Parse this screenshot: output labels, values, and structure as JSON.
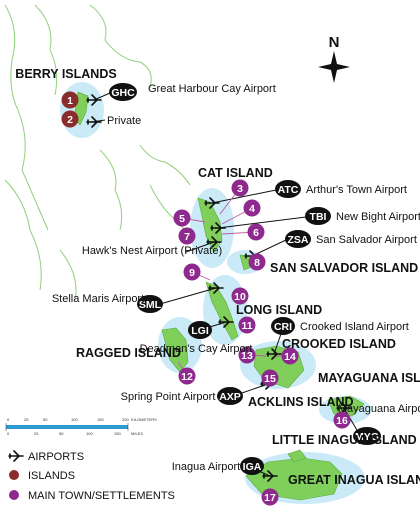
{
  "compass": {
    "label": "N"
  },
  "regions": {
    "berry": "BERRY ISLANDS",
    "cat": "CAT ISLAND",
    "san_salvador": "SAN SALVADOR ISLAND",
    "long": "LONG ISLAND",
    "crooked": "CROOKED ISLAND",
    "ragged": "RAGGED ISLAND",
    "acklins": "ACKLINS ISLAND",
    "mayaguana": "MAYAGUANA ISLAND",
    "little_inagua": "LITTLE INAGUA ISLAND",
    "great_inagua": "GREAT INAGUA ISLAND"
  },
  "airports": {
    "ghc": {
      "code": "GHC",
      "name": "Great Harbour Cay Airport"
    },
    "private": {
      "name": "Private"
    },
    "atc": {
      "code": "ATC",
      "name": "Arthur's Town Airport"
    },
    "tbi": {
      "code": "TBI",
      "name": "New Bight Airport"
    },
    "zsa": {
      "code": "ZSA",
      "name": "San Salvador Airport"
    },
    "hawks": {
      "name": "Hawk's Nest Airport (Private)"
    },
    "sml": {
      "code": "SML",
      "name": "Stella Maris Airport"
    },
    "lgi": {
      "code": "LGI",
      "name": "Deadman's Cay Airport"
    },
    "cri": {
      "code": "CRI",
      "name": "Crooked Island Airport"
    },
    "axp": {
      "code": "AXP",
      "name": "Spring Point Airport"
    },
    "myg": {
      "code": "MYG",
      "name": "Mayaguana Airport"
    },
    "iga": {
      "code": "IGA",
      "name": "Inagua Airport"
    }
  },
  "markers": [
    "1",
    "2",
    "3",
    "4",
    "5",
    "6",
    "7",
    "8",
    "9",
    "10",
    "11",
    "12",
    "13",
    "14",
    "15",
    "16",
    "17"
  ],
  "scale": {
    "km_ticks": [
      "0",
      "25",
      "50",
      "100",
      "150",
      "200"
    ],
    "mi_ticks": [
      "0",
      "25",
      "50",
      "100",
      "150"
    ],
    "km_label": "KILOMETERS",
    "mi_label": "MILES"
  },
  "legend": {
    "airports": "AIRPORTS",
    "islands": "ISLANDS",
    "settlements": "MAIN TOWN/SETTLEMENTS"
  },
  "colors": {
    "island_marker": "#8b2c2c",
    "settlement_marker": "#8e2a8e",
    "land": "#7fcf5a",
    "water_glow": "#bfe6f5",
    "code_badge": "#111111"
  }
}
